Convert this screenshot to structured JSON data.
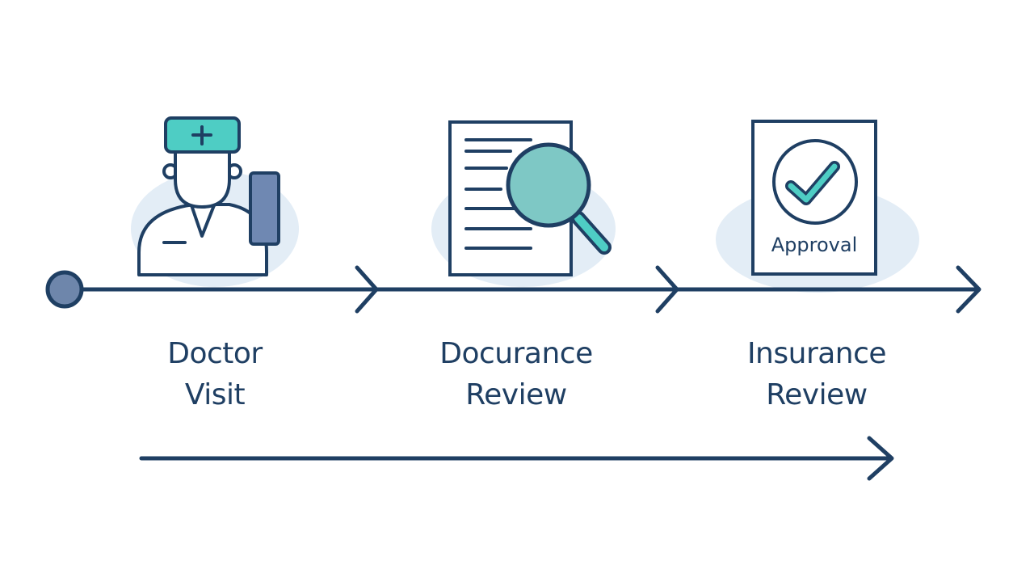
{
  "steps": [
    {
      "icon": "doctor-icon",
      "label_line1": "Doctor",
      "label_line2": "Visit"
    },
    {
      "icon": "document-magnifier-icon",
      "label_line1": "Docurance",
      "label_line2": "Review"
    },
    {
      "icon": "approval-document-icon",
      "badge_text": "Approval",
      "label_line1": "Insurance",
      "label_line2": "Review"
    }
  ],
  "colors": {
    "navy": "#1f3f63",
    "teal": "#4ecdc4",
    "teal_light": "#7ec8c5",
    "blob": "#e3edf6",
    "start_dot": "#6e86ab",
    "badge": "#6f88b2"
  }
}
